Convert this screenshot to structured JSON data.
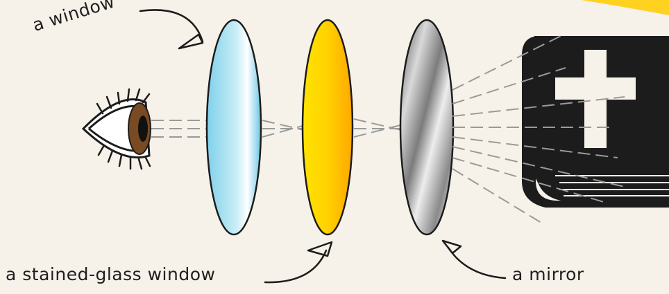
{
  "labels": {
    "window": "a window",
    "stained_glass_window": "a stained-glass window",
    "mirror": "a mirror"
  },
  "colors": {
    "background": "#f6f1e9",
    "window_glass": "#9fdcef",
    "stained_glass": "#ffd000",
    "mirror": "#a9a9a9",
    "bible": "#1c1c1c",
    "corner_accent": "#ffd21f",
    "rays": "#9a9a9a"
  },
  "icons": {
    "eye": "eye-icon",
    "bible": "bible-icon",
    "cross": "cross-icon"
  }
}
